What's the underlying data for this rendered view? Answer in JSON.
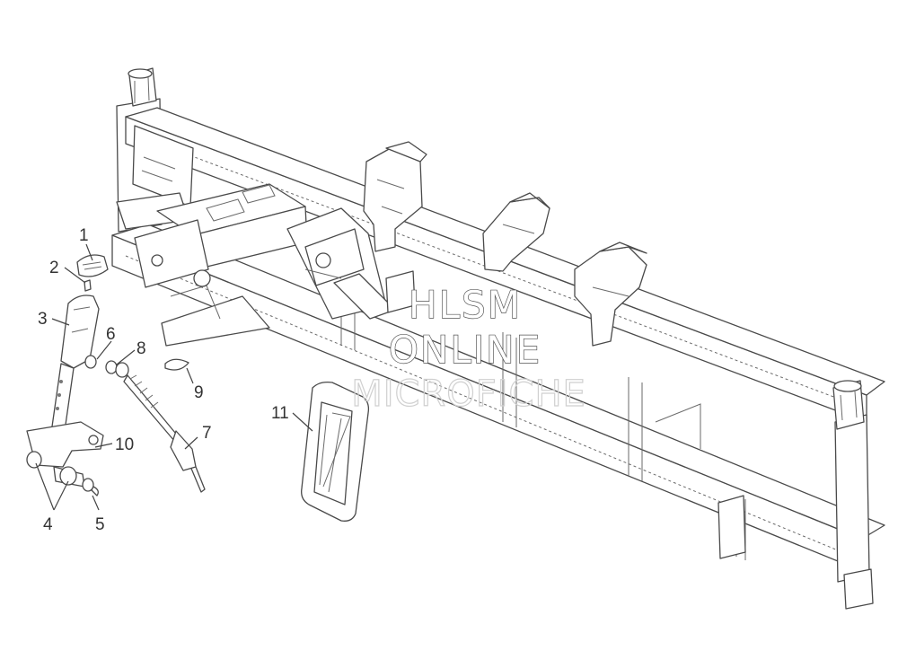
{
  "watermark": {
    "line1": "HLSM",
    "line2": "ONLINE",
    "line3": "MICROFICHE"
  },
  "callouts": [
    {
      "id": "1",
      "text": "1"
    },
    {
      "id": "2",
      "text": "2"
    },
    {
      "id": "3",
      "text": "3"
    },
    {
      "id": "4",
      "text": "4"
    },
    {
      "id": "5",
      "text": "5"
    },
    {
      "id": "6",
      "text": "6"
    },
    {
      "id": "7",
      "text": "7"
    },
    {
      "id": "8",
      "text": "8"
    },
    {
      "id": "9",
      "text": "9"
    },
    {
      "id": "10",
      "text": "10"
    },
    {
      "id": "11",
      "text": "11"
    }
  ]
}
